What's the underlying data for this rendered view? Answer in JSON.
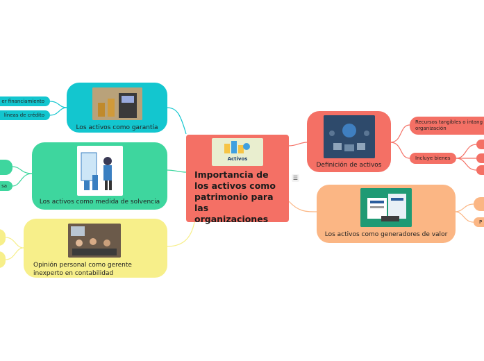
{
  "central": {
    "title": "Importancia de los activos como patrimonio para las organizaciones",
    "image_label": "Activos"
  },
  "nodes": {
    "garantia": {
      "label": "Los activos como garantía",
      "children": [
        "er financiamiento",
        "líneas de crédito"
      ]
    },
    "solvencia": {
      "label": "Los activos como medida de solvencia",
      "children": [
        "",
        "sa"
      ]
    },
    "opinion": {
      "label": "Opinión personal como gerente inexperto en contabilidad",
      "children": [
        "",
        ""
      ]
    },
    "definicion": {
      "label": "Definición de activos",
      "children": [
        "Recursos tangibles o intang organización",
        "Incluye bienes"
      ]
    },
    "valor": {
      "label": "Los activos como generadores de valor",
      "children": [
        "",
        "P"
      ]
    }
  },
  "menu_icon": "menu-icon",
  "colors": {
    "central": "#f47065",
    "garantia": "#13c6cf",
    "solvencia": "#3ed69e",
    "opinion": "#f7ef8a",
    "definicion": "#f47065",
    "valor": "#fbb684"
  }
}
